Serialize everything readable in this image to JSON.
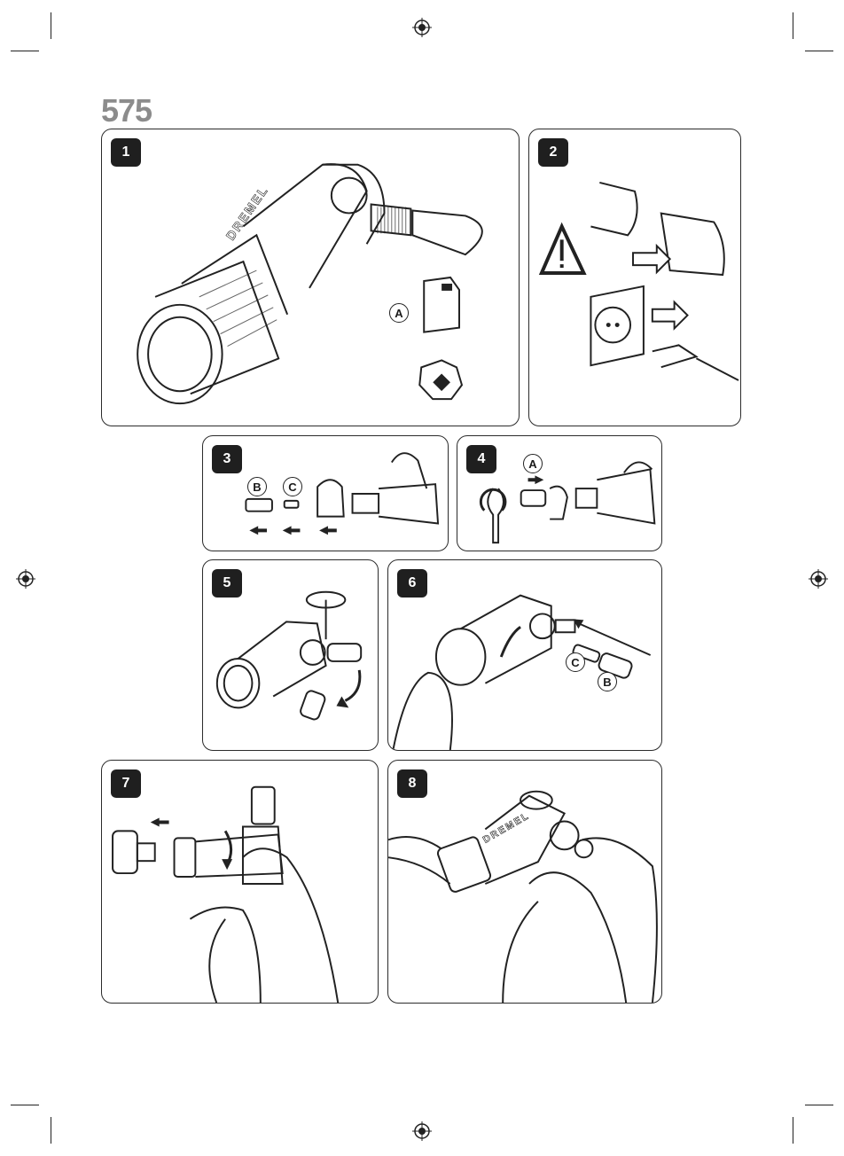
{
  "page": {
    "model_number": "575"
  },
  "brand": {
    "name": "DREMEL"
  },
  "steps": [
    {
      "number": "1",
      "callouts": [
        "A"
      ]
    },
    {
      "number": "2",
      "callouts": []
    },
    {
      "number": "3",
      "callouts": [
        "B",
        "C"
      ]
    },
    {
      "number": "4",
      "callouts": [
        "A"
      ]
    },
    {
      "number": "5",
      "callouts": []
    },
    {
      "number": "6",
      "callouts": [
        "C",
        "B"
      ]
    },
    {
      "number": "7",
      "callouts": []
    },
    {
      "number": "8",
      "callouts": []
    }
  ],
  "icons": [
    "warning-triangle-icon",
    "registration-mark-icon",
    "arrow-icon",
    "rotate-arrow-icon"
  ]
}
